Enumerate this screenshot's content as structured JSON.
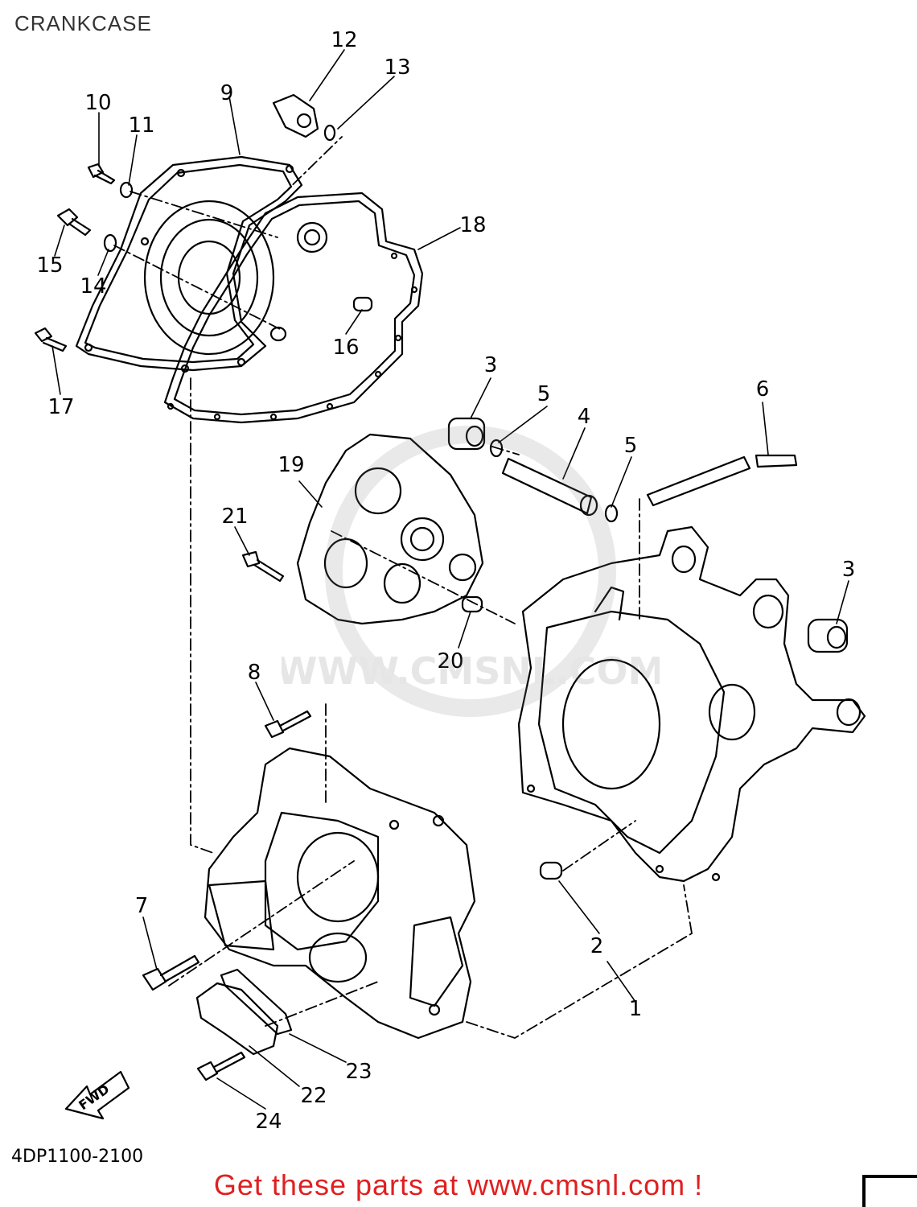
{
  "title": "CRANKCASE",
  "diagram_code": "4DP1100-2100",
  "footer": "Get these parts at www.cmsnl.com !",
  "fwd_label": "FWD",
  "watermark": "WWW.CMSNL.COM",
  "callouts": [
    "1",
    "2",
    "3",
    "3",
    "4",
    "5",
    "5",
    "6",
    "7",
    "8",
    "9",
    "10",
    "11",
    "12",
    "13",
    "14",
    "15",
    "16",
    "17",
    "18",
    "19",
    "20",
    "21",
    "22",
    "23",
    "24"
  ],
  "colors": {
    "footer": "#e02020",
    "line": "#000000"
  }
}
